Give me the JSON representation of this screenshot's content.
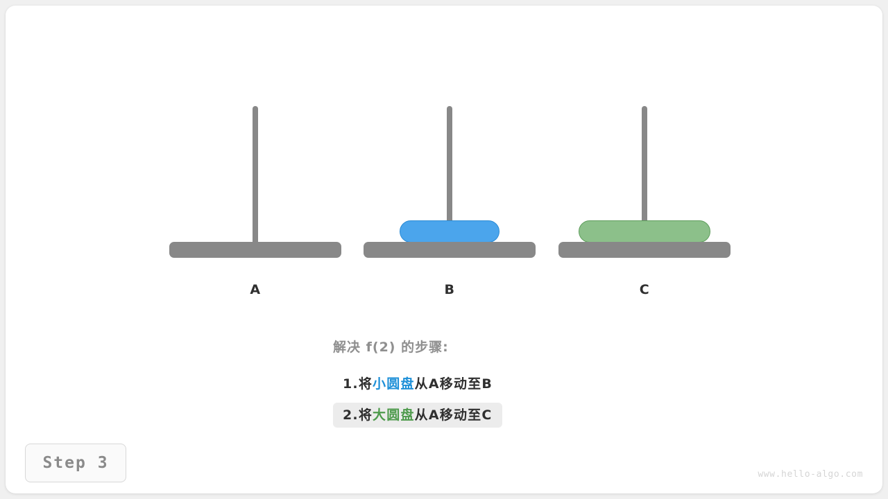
{
  "canvas": {
    "background_color": "#f0f0f0",
    "card_color": "#ffffff"
  },
  "palette": {
    "rod_color": "#888888",
    "base_color": "#888888",
    "small_disc_fill": "#4BA5EC",
    "small_disc_stroke": "#2A8BD5",
    "large_disc_fill": "#8CC08A",
    "large_disc_stroke": "#5E9D5C",
    "label_color": "#2f2f2f",
    "muted_text": "#8f8f8f",
    "highlight_row_bg": "#ececec"
  },
  "pegs": [
    {
      "id": "A",
      "label": "A",
      "discs": []
    },
    {
      "id": "B",
      "label": "B",
      "discs": [
        {
          "size": "small",
          "name": "small-disc"
        }
      ]
    },
    {
      "id": "C",
      "label": "C",
      "discs": [
        {
          "size": "large",
          "name": "large-disc"
        }
      ]
    }
  ],
  "caption": {
    "title": "解决 f(2) 的步骤:",
    "steps": [
      {
        "index": "1.",
        "prefix": "将",
        "disc": "小圆盘",
        "disc_color": "#1E90D8",
        "middle": "从",
        "from": "A",
        "verb": "移动至",
        "to": "B",
        "highlighted": false
      },
      {
        "index": "2.",
        "prefix": "将",
        "disc": "大圆盘",
        "disc_color": "#4E9A4C",
        "middle": "从",
        "from": "A",
        "verb": "移动至",
        "to": "C",
        "highlighted": true
      }
    ]
  },
  "step_badge": {
    "label": "Step 3"
  },
  "watermark": {
    "text": "www.hello-algo.com"
  }
}
